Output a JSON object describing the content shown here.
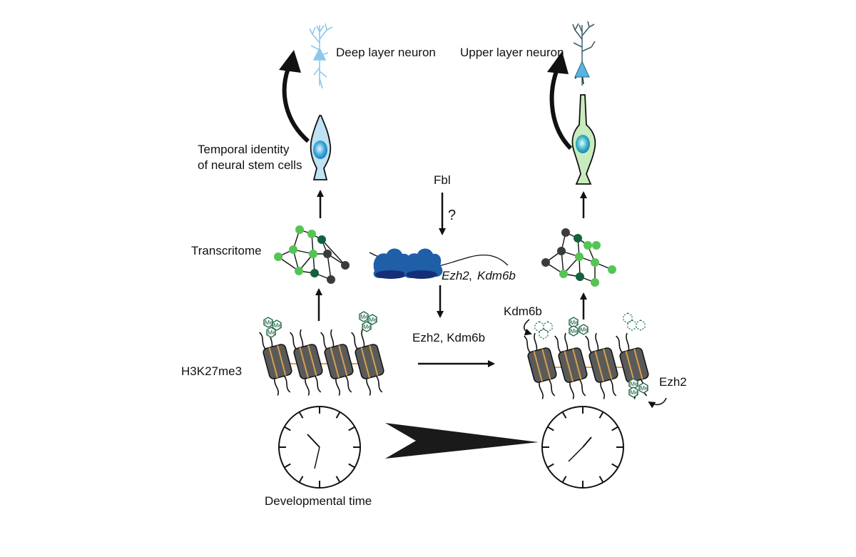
{
  "labels": {
    "deep_layer_neuron": "Deep layer neuron",
    "upper_layer_neuron": "Upper layer neuron",
    "temporal_identity_line1": "Temporal identity",
    "temporal_identity_line2": "of neural stem cells",
    "transcriptome": "Transcritome",
    "h3k27me3": "H3K27me3",
    "fbl": "Fbl",
    "question_mark": "?",
    "ezh2_italic": "Ezh2",
    "kdm6b_italic": "Kdm6b",
    "ezh2_kdm6b_protein": "Ezh2, Kdm6b",
    "kdm6b_enzyme": "Kdm6b",
    "ezh2_enzyme": "Ezh2",
    "developmental_time": "Developmental time",
    "methyl_mark": "Me"
  },
  "colors": {
    "deep_neuron": "#8cc8ea",
    "stem_cell_early": "#bfe3f2",
    "stem_cell_late": "#c8ecc0",
    "nucleus": "#3a9fd0",
    "network_light_green": "#55c455",
    "network_dark_green": "#13613c",
    "network_dark_grey": "#3b3b3b",
    "ribosome": "#1e5fa8",
    "ribosome_dark": "#162e7a",
    "nucleosome_band": "#d6a04a",
    "methyl_green": "#1e6b45"
  },
  "icons": [
    "deep-neuron-icon",
    "upper-neuron-icon",
    "neural-stem-cell-icon",
    "gene-network-icon",
    "nucleosome-icon",
    "ribosome-icon",
    "clock-icon",
    "methyl-group-icon",
    "arrow-icon"
  ]
}
